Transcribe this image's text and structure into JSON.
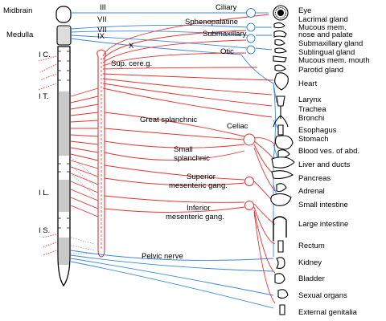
{
  "cord_labels": {
    "midbrain": "Midbrain",
    "medulla": "Medulla",
    "cervical": "I C.",
    "thoracic": "I T.",
    "lumbar": "I L.",
    "sacral": "I S."
  },
  "cranial_nerves": {
    "iii": "III",
    "vii_upper": "VII",
    "vii_lower": "VII",
    "ix": "IX",
    "x": "X"
  },
  "ganglia": {
    "ciliary": "Ciliary",
    "sphenopalatine": "Sphenopalatine",
    "submaxillary": "Submaxillary",
    "otic": "Otic",
    "sup_cervical": "Sup. cere.g.",
    "great_splanchnic": "Great splanchnic",
    "small_splanchnic_1": "Small",
    "small_splanchnic_2": "splanchnic",
    "celiac": "Celiac",
    "sup_mes_1": "Superior",
    "sup_mes_2": "mesenteric gang.",
    "inf_mes_1": "Inferior",
    "inf_mes_2": "mesenteric gang.",
    "pelvic": "Pelvic nerve"
  },
  "organs": [
    "Eye",
    "Lacrimal gland",
    "Mucous mem.",
    "nose and palate",
    "Submaxillary gland",
    "Sublingual gland",
    "Mucous mem. mouth",
    "Parotid gland",
    "Heart",
    "Larynx",
    "Trachea",
    "Bronchi",
    "Esophagus",
    "Stomach",
    "Blood ves. of abd.",
    "Liver and ducts",
    "Pancreas",
    "Adrenal",
    "Small intestine",
    "Large intestine",
    "Rectum",
    "Kidney",
    "Bladder",
    "Sexual organs",
    "External genitalia"
  ],
  "colors": {
    "sympathetic": "#e83030",
    "parasympathetic": "#3a86d8",
    "segment_shade": "#b9b9b9",
    "outline": "#000000"
  }
}
